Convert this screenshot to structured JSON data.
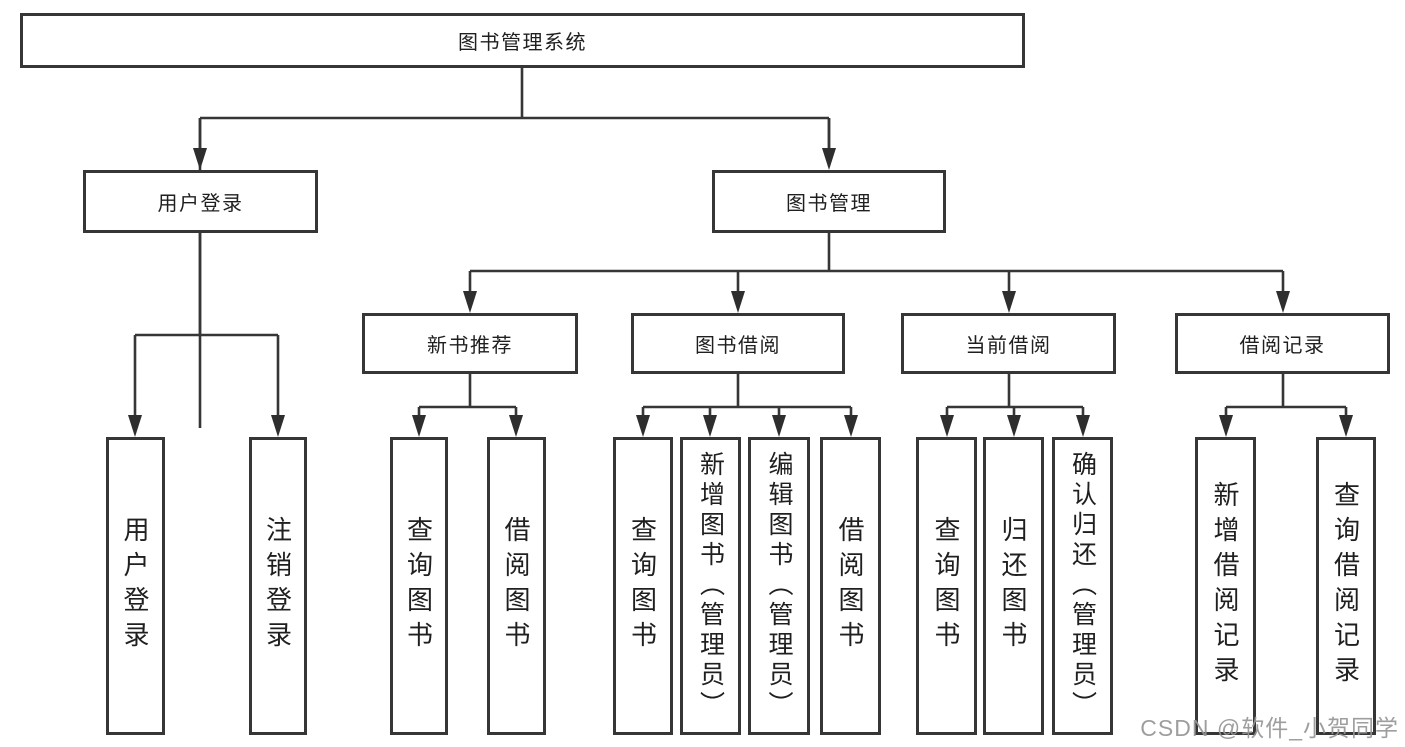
{
  "diagram": {
    "root": {
      "label": "图书管理系统"
    },
    "branches": [
      {
        "label": "用户登录",
        "children": [
          {
            "label": "用户登录"
          },
          {
            "label": "注销登录"
          }
        ]
      },
      {
        "label": "图书管理",
        "children": [
          {
            "label": "新书推荐",
            "children": [
              {
                "label": "查询图书"
              },
              {
                "label": "借阅图书"
              }
            ]
          },
          {
            "label": "图书借阅",
            "children": [
              {
                "label": "查询图书"
              },
              {
                "label": "新增图书（管理员）"
              },
              {
                "label": "编辑图书（管理员）"
              },
              {
                "label": "借阅图书"
              }
            ]
          },
          {
            "label": "当前借阅",
            "children": [
              {
                "label": "查询图书"
              },
              {
                "label": "归还图书"
              },
              {
                "label": "确认归还（管理员）"
              }
            ]
          },
          {
            "label": "借阅记录",
            "children": [
              {
                "label": "新增借阅记录"
              },
              {
                "label": "查询借阅记录"
              }
            ]
          }
        ]
      }
    ]
  },
  "watermark": {
    "text": "CSDN @软件_小贺同学"
  },
  "colors": {
    "line": "#363636",
    "text": "#1f1f1f",
    "background": "#ffffff",
    "watermark": "#969696"
  }
}
